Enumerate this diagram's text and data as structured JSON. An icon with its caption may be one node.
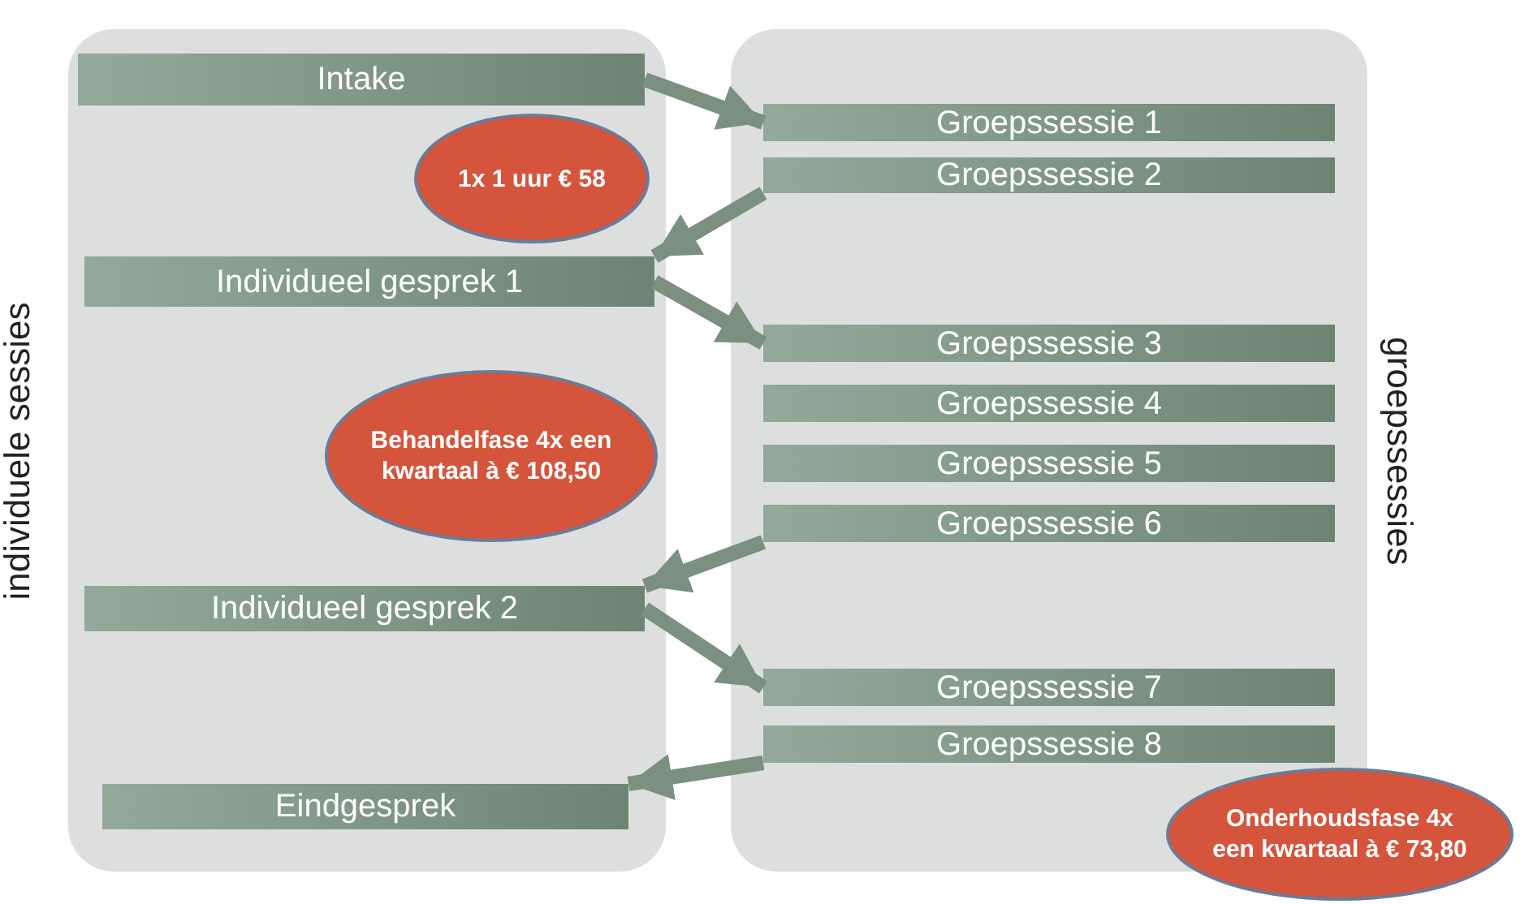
{
  "diagram": {
    "nodes": [
      {
        "text": [
          "individuele sessies"
        ]
      },
      {
        "text": [
          "Intake"
        ],
        "in": 0
      },
      {
        "text": [
          "1x 1 uur € 58"
        ],
        "in": 0
      },
      {
        "text": [
          "Individueel gesprek 1"
        ],
        "in": 0
      },
      {
        "text": [
          "Behandelfase 4x een kwartaal à € 108,50"
        ],
        "in": 0
      },
      {
        "text": [
          "Individueel gesprek 2"
        ],
        "in": 0
      },
      {
        "text": [
          "Eindgesprek"
        ],
        "in": 0
      },
      {
        "text": [
          "groepssessies"
        ]
      },
      {
        "text": [
          "Groepssessie 1"
        ],
        "in": 7
      },
      {
        "text": [
          "Groepssessie 2"
        ],
        "in": 7
      },
      {
        "text": [
          "Groepssessie 3"
        ],
        "in": 7
      },
      {
        "text": [
          "Groepssessie 4"
        ],
        "in": 7
      },
      {
        "text": [
          "Groepssessie 5"
        ],
        "in": 7
      },
      {
        "text": [
          "Groepssessie 6"
        ],
        "in": 7
      },
      {
        "text": [
          "Groepssessie 7"
        ],
        "in": 7
      },
      {
        "text": [
          "Groepssessie 8"
        ],
        "in": 7
      },
      {
        "text": [
          "Onderhoudsfase 4x een kwartaal à € 73,80"
        ]
      }
    ],
    "edges": [
      {
        "from": 1,
        "to": 8,
        "arrow": "to"
      },
      {
        "from": 9,
        "to": 3,
        "arrow": "to"
      },
      {
        "from": 3,
        "to": 10,
        "arrow": "to"
      },
      {
        "from": 13,
        "to": 5,
        "arrow": "to"
      },
      {
        "from": 5,
        "to": 14,
        "arrow": "to"
      },
      {
        "from": 15,
        "to": 6,
        "arrow": "to"
      }
    ]
  }
}
